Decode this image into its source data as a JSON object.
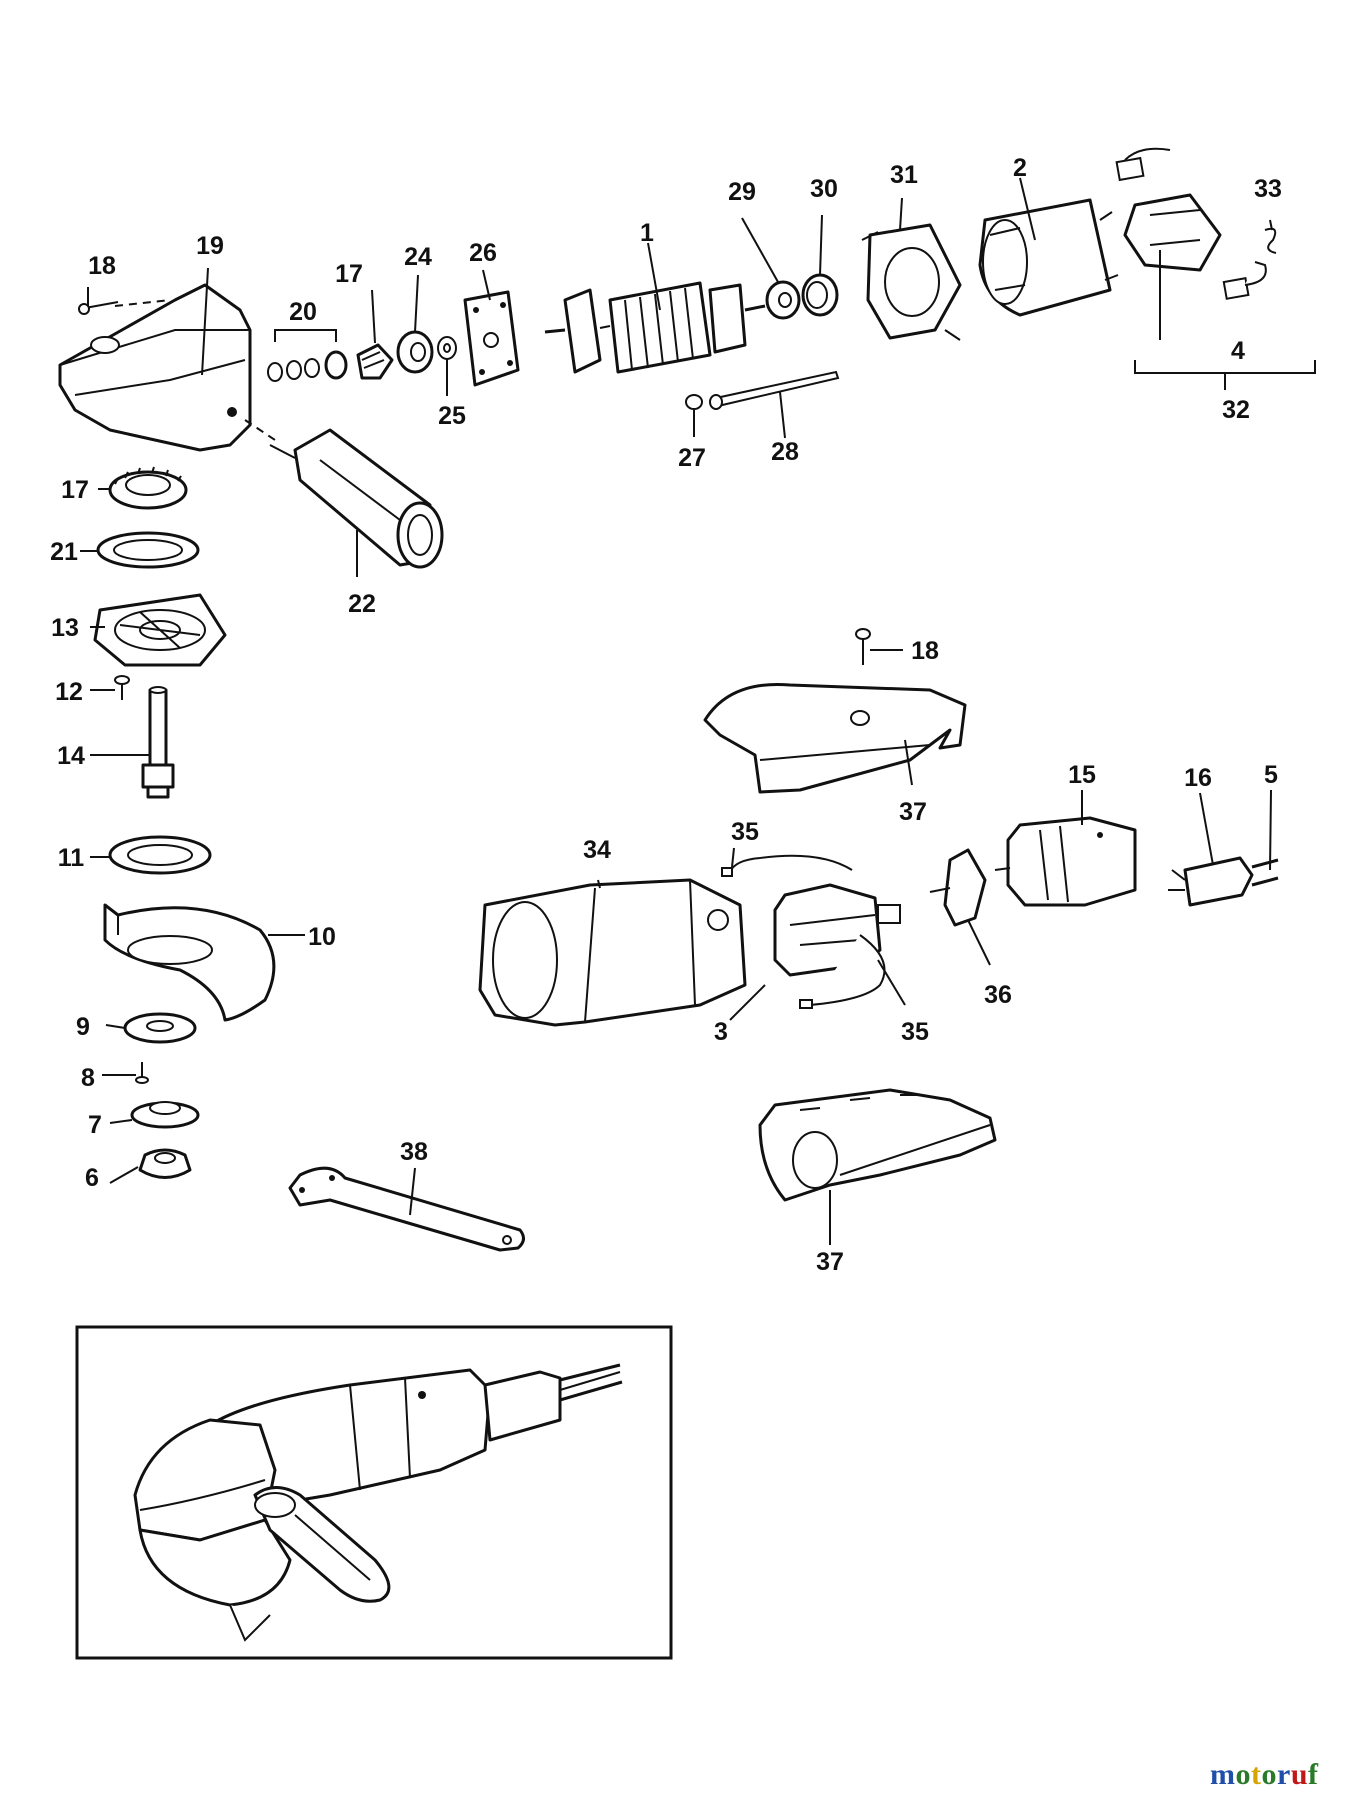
{
  "labels": [
    "1",
    "2",
    "3",
    "4",
    "5",
    "6",
    "7",
    "8",
    "9",
    "10",
    "11",
    "12",
    "13",
    "14",
    "15",
    "16",
    "17",
    "18",
    "19",
    "20",
    "21",
    "22",
    "24",
    "25",
    "26",
    "27",
    "28",
    "29",
    "30",
    "31",
    "32",
    "33",
    "34",
    "35",
    "36",
    "37",
    "38"
  ],
  "brand": {
    "letters": [
      "m",
      "o",
      "t",
      "o",
      "r",
      "u",
      "f"
    ],
    "colors": [
      "#1f4fa8",
      "#2a7a2a",
      "#d8a400",
      "#2a7a2a",
      "#1f4fa8",
      "#c01818",
      "#2a7a2a"
    ]
  }
}
